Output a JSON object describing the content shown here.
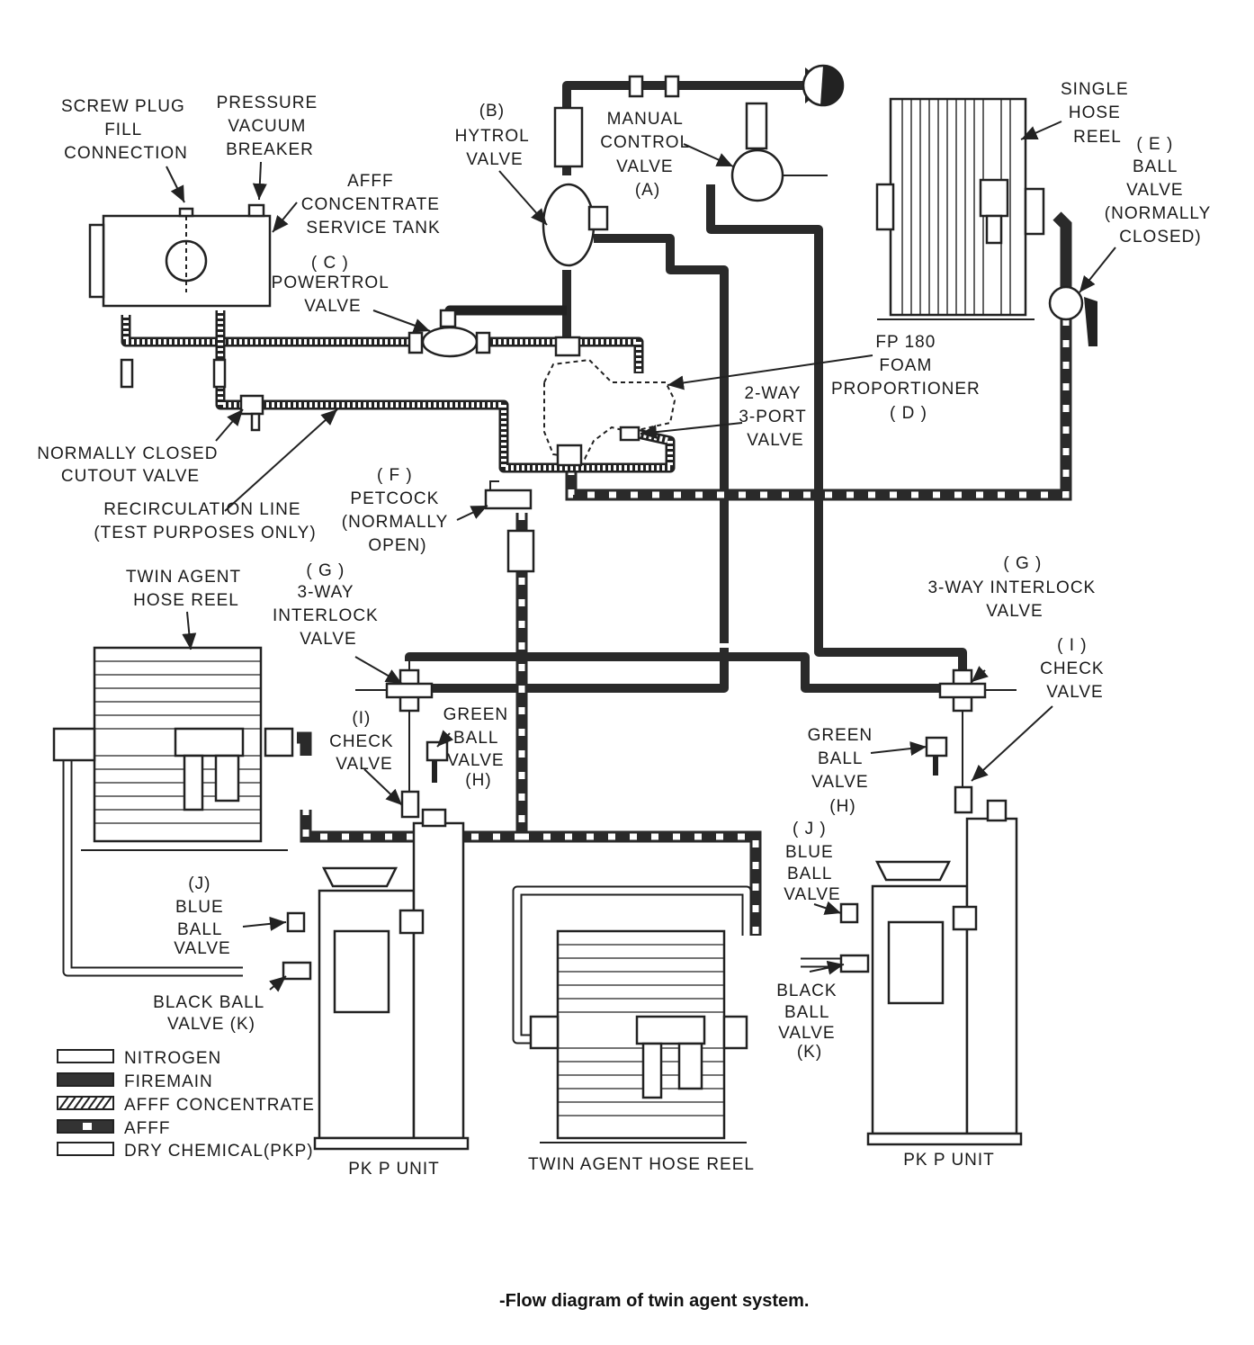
{
  "labels": {
    "screw_plug": [
      "SCREW PLUG",
      "FILL",
      "CONNECTION"
    ],
    "pressure_vacuum": [
      "PRESSURE",
      "VACUUM",
      "BREAKER"
    ],
    "afff_tank": [
      "AFFF",
      "CONCENTRATE",
      "SERVICE TANK"
    ],
    "powertrol": [
      "( C )",
      "POWERTROL",
      "VALVE"
    ],
    "hytrol": [
      "(B)",
      "HYTROL",
      "VALVE"
    ],
    "manual_control": [
      "MANUAL",
      "CONTROL",
      "VALVE",
      "(A)"
    ],
    "single_hose_reel": [
      "SINGLE",
      "HOSE",
      "REEL"
    ],
    "ball_valve_e": [
      "( E )",
      "BALL",
      "VALVE",
      "(NORMALLY",
      "CLOSED)"
    ],
    "fp180": [
      "FP 180",
      "FOAM",
      "PROPORTIONER",
      "( D )"
    ],
    "two_way": [
      "2-WAY",
      "3-PORT",
      "VALVE"
    ],
    "cutout_valve": [
      "NORMALLY CLOSED",
      "CUTOUT VALVE"
    ],
    "recirc_line": [
      "RECIRCULATION LINE",
      "(TEST PURPOSES ONLY)"
    ],
    "petcock": [
      "( F )",
      "PETCOCK",
      "(NORMALLY",
      "OPEN)"
    ],
    "twin_reel_left": [
      "TWIN AGENT",
      "HOSE REEL"
    ],
    "interlock_left": [
      "( G )",
      "3-WAY",
      "INTERLOCK",
      "VALVE"
    ],
    "interlock_right": [
      "( G )",
      "3-WAY INTERLOCK",
      "VALVE"
    ],
    "check_left": [
      "(I)",
      "CHECK",
      "VALVE"
    ],
    "check_right": [
      "( I )",
      "CHECK",
      "VALVE"
    ],
    "green_left": [
      "GREEN",
      "BALL",
      "VALVE",
      "(H)"
    ],
    "green_right": [
      "GREEN",
      "BALL",
      "VALVE",
      "(H)"
    ],
    "blue_left": [
      "(J)",
      "BLUE",
      "BALL",
      "VALVE"
    ],
    "blue_right": [
      "( J )",
      "BLUE",
      "BALL",
      "VALVE"
    ],
    "black_left": [
      "BLACK BALL",
      "VALVE   (K)"
    ],
    "black_right": [
      "BLACK",
      "BALL",
      "VALVE",
      "(K)"
    ],
    "pkp_left": "PK P UNIT",
    "pkp_right": "PK P UNIT",
    "twin_reel_bottom": "TWIN AGENT  HOSE REEL"
  },
  "legend": [
    {
      "key": "nitrogen",
      "label": "NITROGEN"
    },
    {
      "key": "firemain",
      "label": "FIREMAIN"
    },
    {
      "key": "afff_concentrate",
      "label": "AFFF CONCENTRATE"
    },
    {
      "key": "afff",
      "label": "AFFF"
    },
    {
      "key": "dry_chemical",
      "label": "DRY CHEMICAL(PKP)"
    }
  ],
  "caption": "-Flow diagram of twin agent system."
}
